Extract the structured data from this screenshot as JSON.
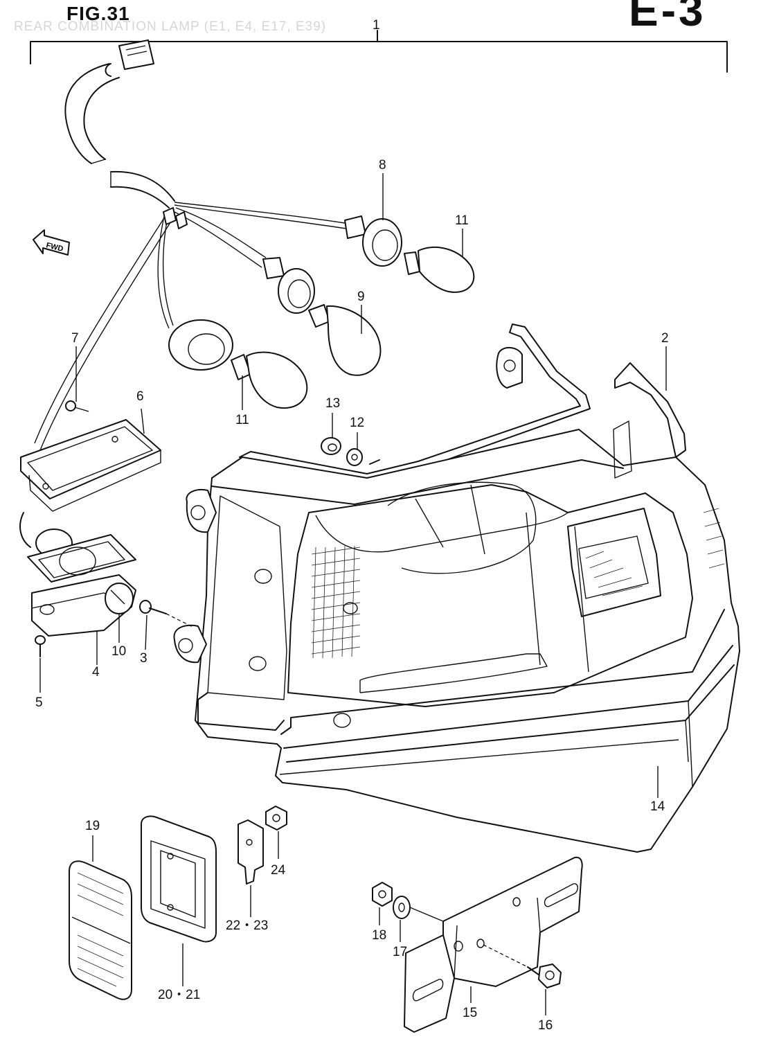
{
  "header": {
    "figure_label": "FIG.31",
    "page_code": "E-3",
    "subtitle_faded": "REAR COMBINATION LAMP (E1, E4, E17, E39)"
  },
  "direction_marker": {
    "icon": "fwd-arrow-icon",
    "text": "FWD"
  },
  "callouts": {
    "c1": "1",
    "c2": "2",
    "c3": "3",
    "c4": "4",
    "c5": "5",
    "c6": "6",
    "c7": "7",
    "c8": "8",
    "c9": "9",
    "c10": "10",
    "c11a": "11",
    "c11b": "11",
    "c12": "12",
    "c13": "13",
    "c14": "14",
    "c15": "15",
    "c16": "16",
    "c17": "17",
    "c18": "18",
    "c19": "19",
    "c20_21": "20・21",
    "c22_23": "22・23",
    "c24": "24"
  },
  "colors": {
    "line": "#111111",
    "background": "#ffffff",
    "faded_text": "#d6d6d6"
  }
}
